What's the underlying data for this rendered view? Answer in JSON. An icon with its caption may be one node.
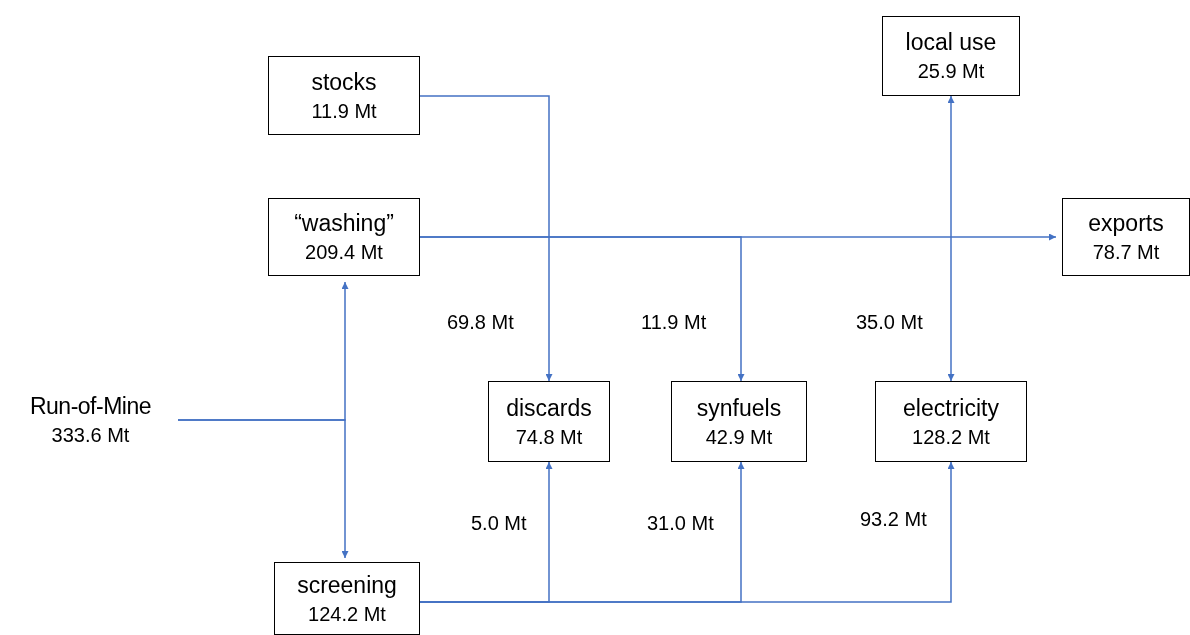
{
  "diagram": {
    "nodes": [
      {
        "text": [
          "stocks",
          "11.9 Mt"
        ]
      },
      {
        "text": [
          "“washing”",
          "209.4 Mt"
        ]
      },
      {
        "text": [
          "local use",
          "25.9 Mt"
        ]
      },
      {
        "text": [
          "exports",
          "78.7 Mt"
        ]
      },
      {
        "text": [
          "Run-of-Mine",
          "333.6 Mt"
        ]
      },
      {
        "text": [
          "discards",
          "74.8 Mt"
        ]
      },
      {
        "text": [
          "synfuels",
          "42.9 Mt"
        ]
      },
      {
        "text": [
          "electricity",
          "128.2 Mt"
        ]
      },
      {
        "text": [
          "screening",
          "124.2 Mt"
        ]
      }
    ],
    "edges": [
      {
        "from": 4,
        "to": 1,
        "arrow": "to"
      },
      {
        "from": 4,
        "to": 8,
        "arrow": "to"
      },
      {
        "from": 0,
        "to": 5,
        "arrow": "to",
        "label": "69.8 Mt"
      },
      {
        "from": 1,
        "to": 3,
        "arrow": "to"
      },
      {
        "from": 1,
        "to": 6,
        "arrow": "to",
        "label": "11.9 Mt"
      },
      {
        "from": 7,
        "to": 2,
        "arrow": "both",
        "label": "35.0 Mt"
      },
      {
        "from": 8,
        "to": 5,
        "arrow": "to",
        "label": "5.0 Mt"
      },
      {
        "from": 8,
        "to": 6,
        "arrow": "to",
        "label": "31.0 Mt"
      },
      {
        "from": 8,
        "to": 7,
        "arrow": "to",
        "label": "93.2 Mt"
      }
    ]
  }
}
